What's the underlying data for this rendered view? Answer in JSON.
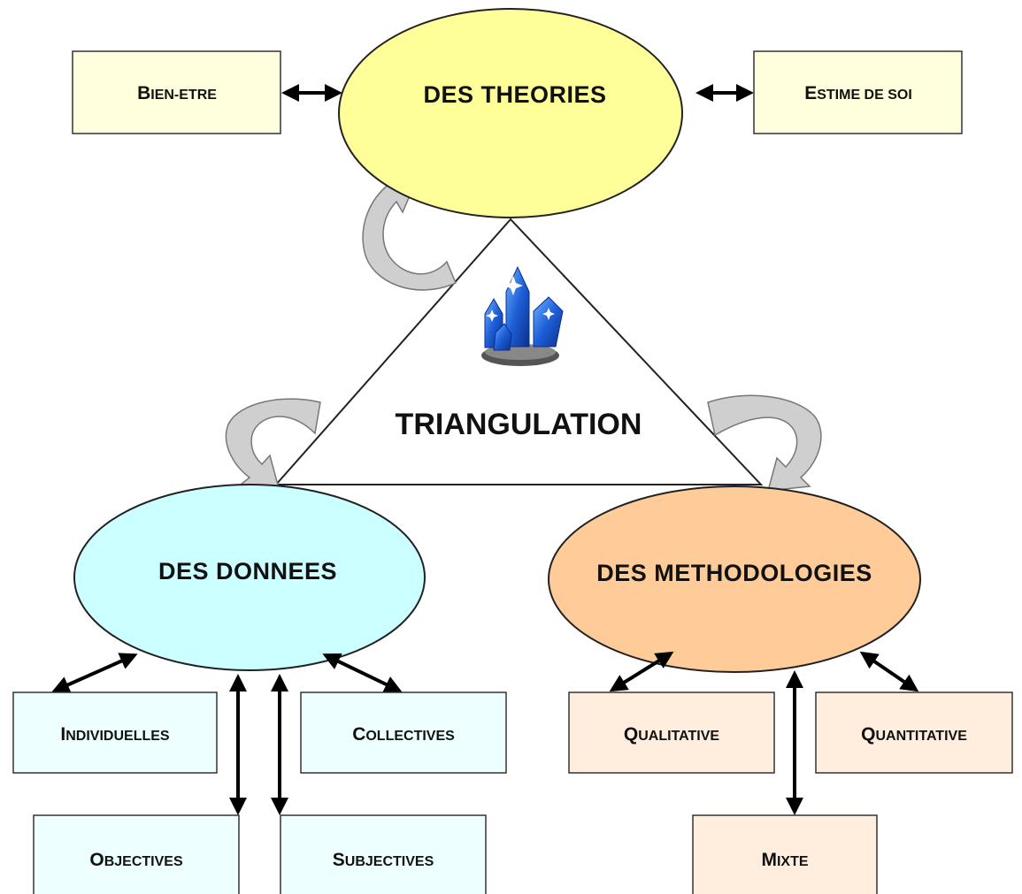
{
  "diagram": {
    "center_label": "TRIANGULATION",
    "nodes": {
      "theories": {
        "label": "DES THEORIES",
        "fill": "#ffff99"
      },
      "donnees": {
        "label": "DES DONNEES",
        "fill": "#ccffff"
      },
      "methodologies": {
        "label": "DES METHODOLOGIES",
        "fill": "#ffcc99"
      }
    },
    "boxes": {
      "bien_etre": {
        "first": "B",
        "rest": "IEN-ETRE"
      },
      "estime": {
        "first": "E",
        "rest": "STIME DE SOI"
      },
      "individuelles": {
        "first": "I",
        "rest": "NDIVIDUELLES"
      },
      "collectives": {
        "first": "C",
        "rest": "OLLECTIVES"
      },
      "objectives": {
        "first": "O",
        "rest": "BJECTIVES"
      },
      "subjectives": {
        "first": "S",
        "rest": "UBJECTIVES"
      },
      "qualitative": {
        "first": "Q",
        "rest": "UALITATIVE"
      },
      "quantitative": {
        "first": "Q",
        "rest": "UANTITATIVE"
      },
      "mixte": {
        "first": "M",
        "rest": "IXTE"
      }
    },
    "colors": {
      "theories_box": "#ffffdd",
      "donnees_box": "#eeffff",
      "methodologies_box": "#ffeedd",
      "curved_arrow": "#c8c8c8",
      "crystal": "#1e5fd8"
    }
  }
}
